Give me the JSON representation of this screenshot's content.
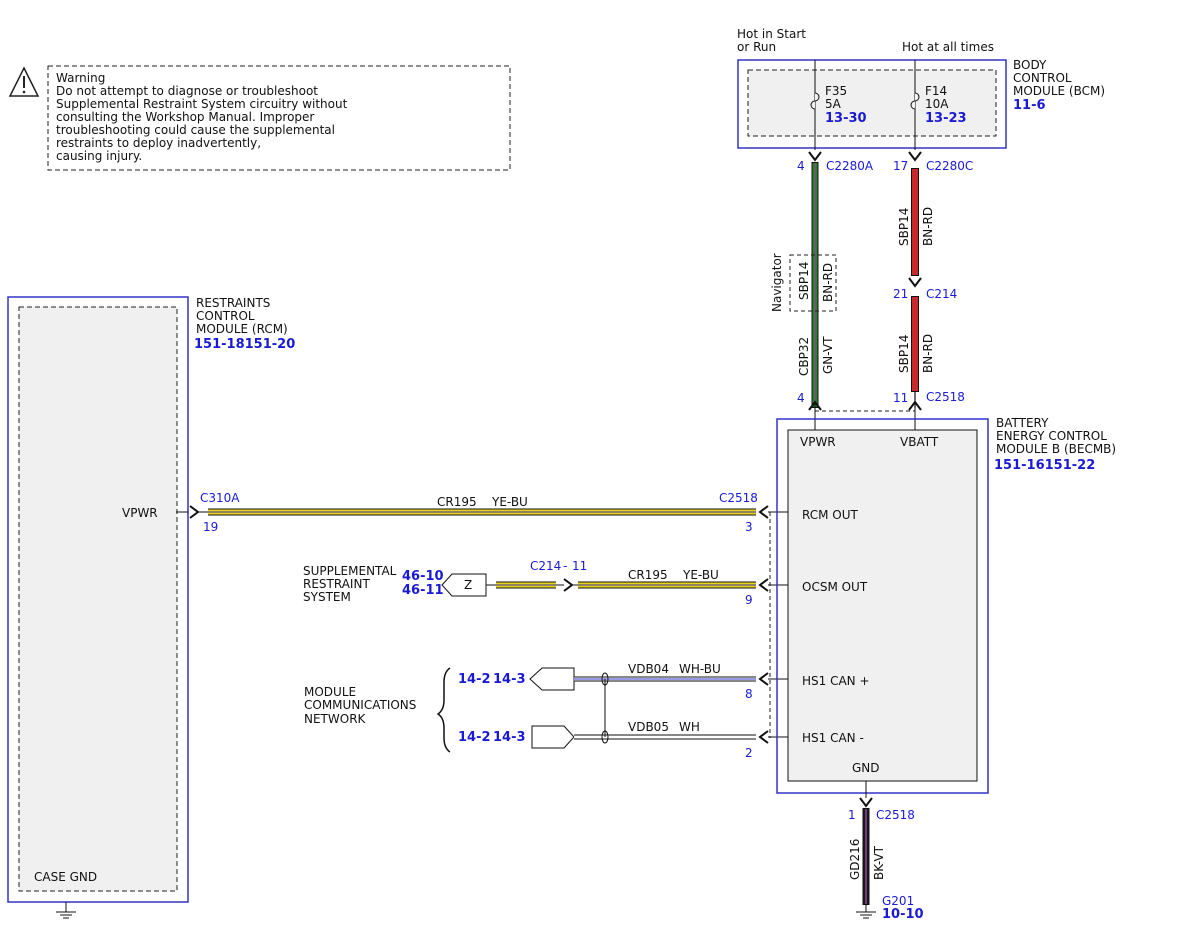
{
  "warning": {
    "title": "Warning",
    "lines": [
      "Do not attempt to diagnose or troubleshoot",
      "Supplemental Restraint System circuitry without",
      "consulting the Workshop Manual. Improper",
      "troubleshooting could cause the supplemental",
      "restraints to deploy inadvertently,",
      "causing injury."
    ]
  },
  "bcm": {
    "name_lines": [
      "BODY",
      "CONTROL",
      "MODULE (BCM)"
    ],
    "ref": "11-6",
    "label_start_run": [
      "Hot in Start",
      "or Run"
    ],
    "label_hot_all": "Hot at all times",
    "fuse1": {
      "name": "F35",
      "rating": "5A",
      "ref": "13-30"
    },
    "fuse2": {
      "name": "F14",
      "rating": "10A",
      "ref": "13-23"
    }
  },
  "rcm": {
    "name_lines": [
      "RESTRAINTS",
      "CONTROL",
      "MODULE (RCM)"
    ],
    "ref": "151-18151-20",
    "pin_vpwr": "VPWR",
    "case_gnd": "CASE GND"
  },
  "becmb": {
    "name_lines": [
      "BATTERY",
      "ENERGY CONTROL",
      "MODULE B (BECMB)"
    ],
    "ref": "151-16151-22",
    "pins": {
      "vpwr": "VPWR",
      "vbatt": "VBATT",
      "rcm_out": "RCM OUT",
      "ocsm_out": "OCSM OUT",
      "hs1_can_plus": "HS1 CAN +",
      "hs1_can_minus": "HS1 CAN -",
      "gnd": "GND"
    }
  },
  "connectors": {
    "c2280a": {
      "name": "C2280A",
      "pin": "4"
    },
    "c2280c": {
      "name": "C2280C",
      "pin": "17"
    },
    "c214_top": {
      "name": "C214",
      "pin": "21"
    },
    "c2518_vpwr": {
      "name": "C2518",
      "pin": "4"
    },
    "c2518_vbatt": {
      "pin": "11",
      "name": "C2518"
    },
    "c310a": {
      "name": "C310A",
      "pin": "19"
    },
    "c2518_rcm": {
      "name": "C2518",
      "pin": "3"
    },
    "c214_srs": {
      "name": "C214",
      "pin": "11"
    },
    "c2518_ocsm": {
      "pin": "9"
    },
    "c2518_canp": {
      "pin": "8"
    },
    "c2518_canm": {
      "pin": "2"
    },
    "c2518_gnd": {
      "name": "C2518",
      "pin": "1"
    }
  },
  "wires": {
    "nav_label": "Navigator",
    "nav_circuit": "SBP14",
    "nav_color": "BN-RD",
    "cbp32": {
      "circuit": "CBP32",
      "color": "GN-VT"
    },
    "sbp14_upper": {
      "circuit": "SBP14",
      "color": "BN-RD"
    },
    "sbp14_lower": {
      "circuit": "SBP14",
      "color": "BN-RD"
    },
    "cr195_rcm": {
      "circuit": "CR195",
      "color": "YE-BU"
    },
    "cr195_srs": {
      "circuit": "CR195",
      "color": "YE-BU"
    },
    "vdb04": {
      "circuit": "VDB04",
      "color": "WH-BU"
    },
    "vdb05": {
      "circuit": "VDB05",
      "color": "WH"
    },
    "gd216": {
      "circuit": "GD216",
      "color": "BK-VT"
    }
  },
  "srs": {
    "name_lines": [
      "SUPPLEMENTAL",
      "RESTRAINT",
      "SYSTEM"
    ],
    "refs": [
      "46-10",
      "46-11"
    ],
    "flag": "Z"
  },
  "network": {
    "name_lines": [
      "MODULE",
      "COMMUNICATIONS",
      "NETWORK"
    ],
    "ref_a": "14-2",
    "ref_b": "14-3"
  },
  "ground": {
    "name": "G201",
    "ref": "10-10"
  },
  "colors": {
    "module_border": "#3333cc",
    "wire_green": "#2e7d2e",
    "wire_red": "#c62a2a",
    "wire_yellow": "#e8d21a",
    "wire_black": "#1a1a1a",
    "wire_violet": "#8a4a9a",
    "link_blue": "#1a1ad6"
  }
}
